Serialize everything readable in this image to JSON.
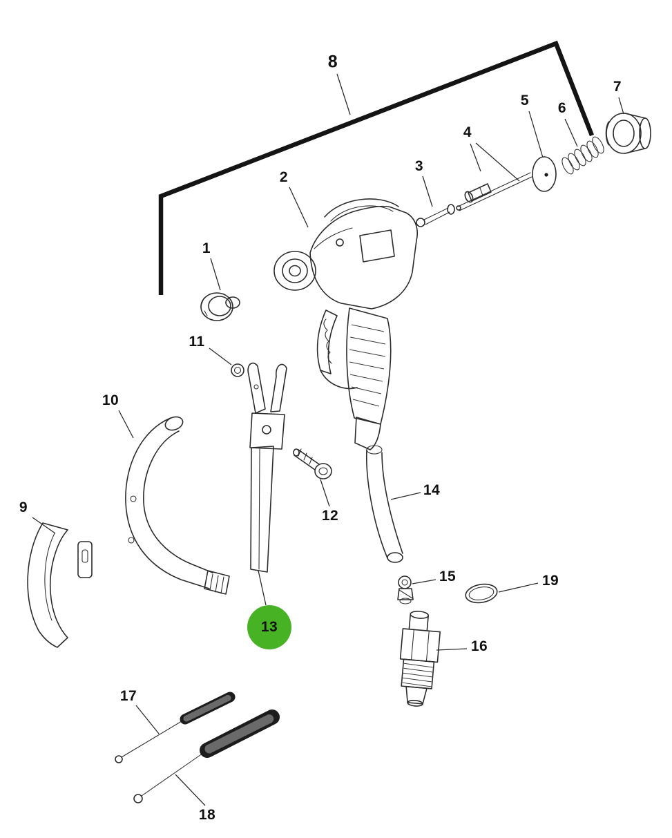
{
  "colors": {
    "background": "#ffffff",
    "line": "#2b2b2b",
    "highlight_green": "#47b224"
  },
  "diagram": {
    "type": "exploded-parts-diagram",
    "description": "Spray gun exploded view parts diagram with numbered callouts",
    "highlight": {
      "part": "13",
      "color": "#47b224",
      "shape": "circle"
    },
    "callouts": [
      {
        "part": "1",
        "label": "1"
      },
      {
        "part": "2",
        "label": "2"
      },
      {
        "part": "3",
        "label": "3"
      },
      {
        "part": "4",
        "label": "4"
      },
      {
        "part": "5",
        "label": "5"
      },
      {
        "part": "6",
        "label": "6"
      },
      {
        "part": "7",
        "label": "7"
      },
      {
        "part": "8",
        "label": "8"
      },
      {
        "part": "9",
        "label": "9"
      },
      {
        "part": "10",
        "label": "10"
      },
      {
        "part": "11",
        "label": "11"
      },
      {
        "part": "12",
        "label": "12"
      },
      {
        "part": "13",
        "label": "13"
      },
      {
        "part": "14",
        "label": "14"
      },
      {
        "part": "15",
        "label": "15"
      },
      {
        "part": "16",
        "label": "16"
      },
      {
        "part": "17",
        "label": "17"
      },
      {
        "part": "18",
        "label": "18"
      },
      {
        "part": "19",
        "label": "19"
      }
    ]
  }
}
